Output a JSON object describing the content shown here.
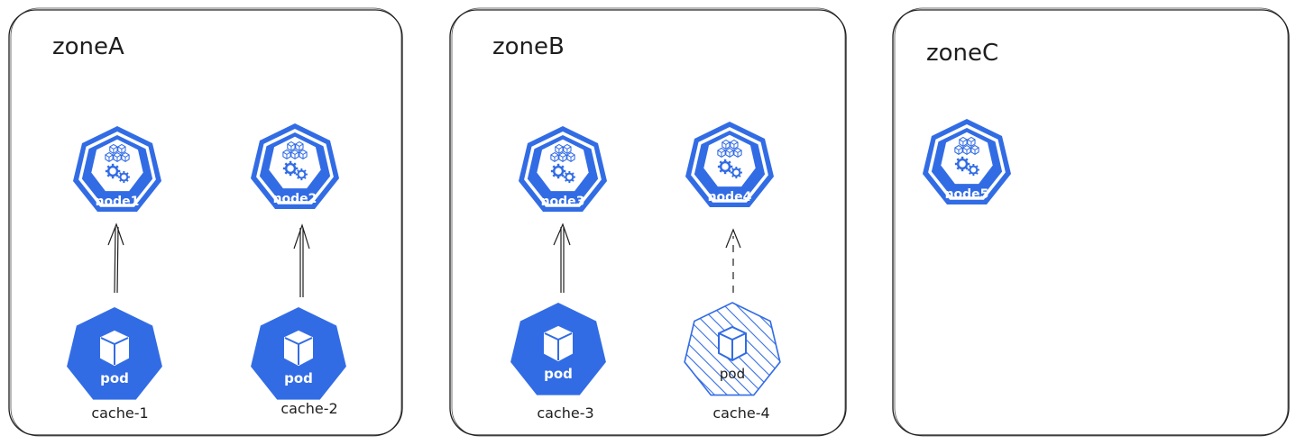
{
  "zones": [
    {
      "title": "zoneA"
    },
    {
      "title": "zoneB"
    },
    {
      "title": "zoneC"
    }
  ],
  "nodes": [
    {
      "label": "node1"
    },
    {
      "label": "node2"
    },
    {
      "label": "node3"
    },
    {
      "label": "node4"
    },
    {
      "label": "node5"
    }
  ],
  "pods": [
    {
      "label": "pod",
      "name": "cache-1",
      "state": "scheduled"
    },
    {
      "label": "pod",
      "name": "cache-2",
      "state": "scheduled"
    },
    {
      "label": "pod",
      "name": "cache-3",
      "state": "scheduled"
    },
    {
      "label": "pod",
      "name": "cache-4",
      "state": "pending"
    }
  ],
  "colors": {
    "kubernetes_blue": "#326ce5",
    "stroke": "#1e1e1e"
  },
  "icons": {
    "node": "kubernetes-node-icon",
    "pod": "kubernetes-pod-icon"
  }
}
